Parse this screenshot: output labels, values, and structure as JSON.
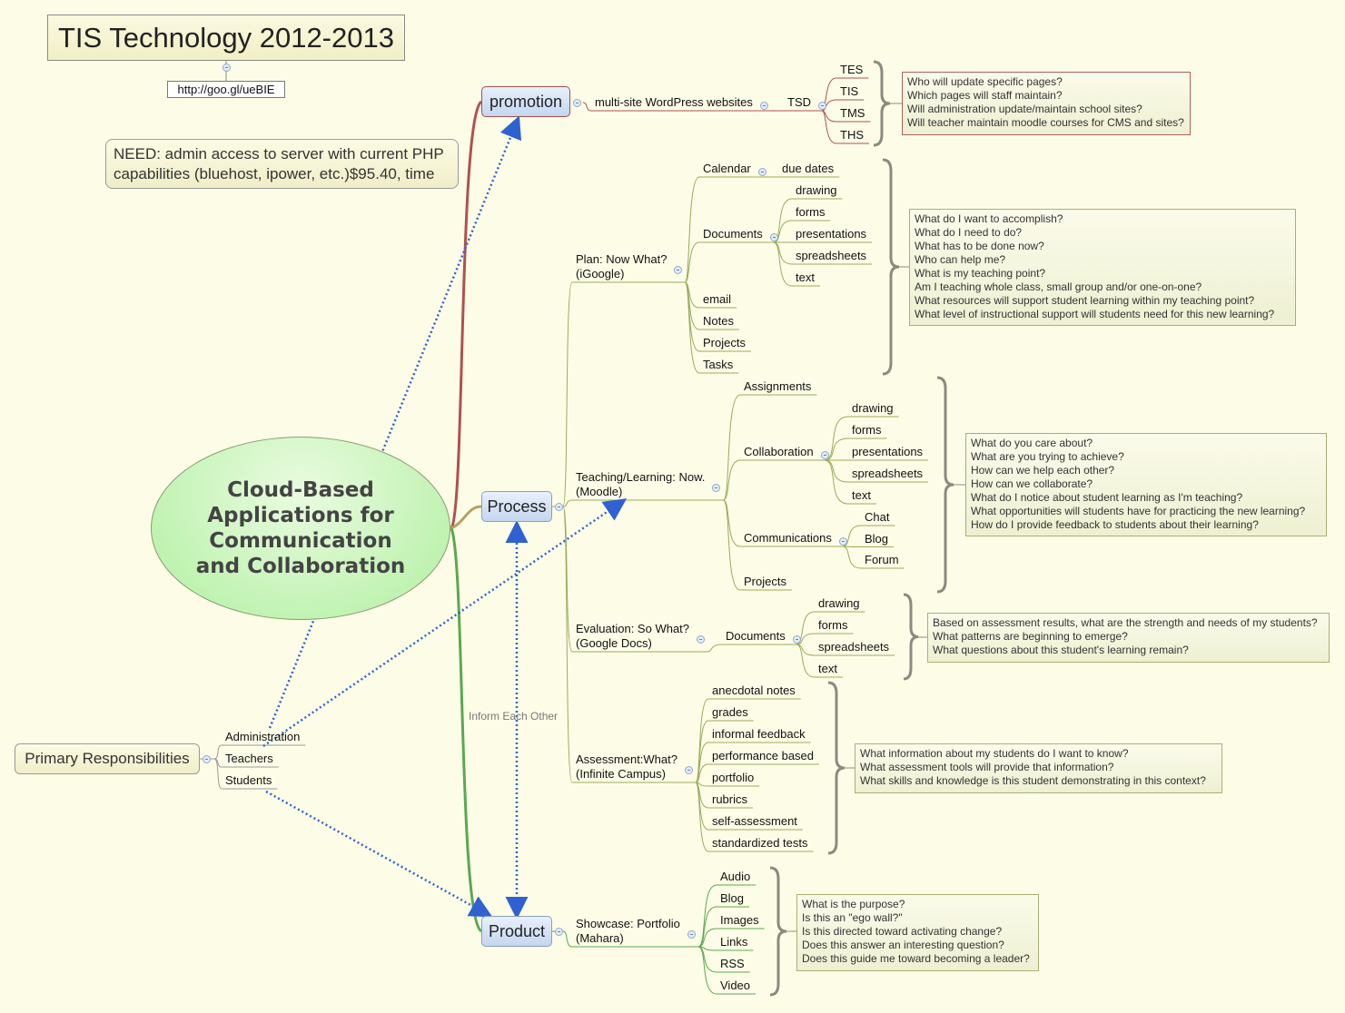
{
  "title": "TIS Technology 2012-2013",
  "link": "http://goo.gl/ueBIE",
  "need_note": "NEED: admin access to server with current PHP capabilities (bluehost, ipower, etc.)$95.40, time",
  "central": "Cloud-Based Applications for Communication and Collaboration",
  "relationship_label": "Inform Each Other",
  "primary_responsibilities": {
    "label": "Primary Responsibilities",
    "items": [
      "Administration",
      "Teachers",
      "Students"
    ]
  },
  "colors": {
    "background": "#fdfde7",
    "promotion_branch": "#b05050",
    "process_branch": "#9aab5a",
    "product_branch": "#5aa850",
    "relationship_arrow": "#2f62d0"
  },
  "promotion": {
    "label": "promotion",
    "child": "multi-site WordPress websites",
    "tsd": "TSD",
    "schools": [
      "TES",
      "TIS",
      "TMS",
      "THS"
    ],
    "questions": [
      "Who will update specific pages?",
      "Which pages will staff maintain?",
      "Will administration update/maintain school sites?",
      "Will teacher maintain moodle courses for CMS and sites?"
    ]
  },
  "process": {
    "label": "Process",
    "plan": {
      "label": [
        "Plan: Now What?",
        "(iGoogle)"
      ],
      "calendar": "Calendar",
      "due_dates": "due dates",
      "documents": "Documents",
      "doc_items": [
        "drawing",
        "forms",
        "presentations",
        "spreadsheets",
        "text"
      ],
      "others": [
        "email",
        "Notes",
        "Projects",
        "Tasks"
      ],
      "questions": [
        "What do I want to accomplish?",
        "What do I need to do?",
        "What has to be done now?",
        "Who can help me?",
        "What is my teaching point?",
        "Am I teaching whole class, small group and/or one-on-one?",
        "What resources will support student learning within my teaching point?",
        "What level of instructional support will students need for this new learning?"
      ]
    },
    "teaching": {
      "label": [
        "Teaching/Learning: Now.",
        "(Moodle)"
      ],
      "assignments": "Assignments",
      "collaboration": "Collaboration",
      "collab_items": [
        "drawing",
        "forms",
        "presentations",
        "spreadsheets",
        "text"
      ],
      "communications": "Communications",
      "comm_items": [
        "Chat",
        "Blog",
        "Forum"
      ],
      "projects": "Projects",
      "questions": [
        "What do you care about?",
        "What are you trying to achieve?",
        "How can we help each other?",
        "How can we collaborate?",
        "What do I notice about student learning as I'm teaching?",
        "What opportunities will students have for practicing the new learning?",
        "How do I provide feedback to students about their learning?"
      ]
    },
    "evaluation": {
      "label": [
        "Evaluation: So What?",
        "(Google Docs)"
      ],
      "documents": "Documents",
      "doc_items": [
        "drawing",
        "forms",
        "spreadsheets",
        "text"
      ],
      "questions": [
        "Based on assessment results, what are the strength and needs of my students?",
        "What patterns are beginning to emerge?",
        "What questions about this student's learning remain?"
      ]
    },
    "assessment": {
      "label": [
        "Assessment:What?",
        "(Infinite Campus)"
      ],
      "items": [
        "anecdotal notes",
        "grades",
        "informal feedback",
        "performance based",
        "portfolio",
        "rubrics",
        "self-assessment",
        "standardized tests"
      ],
      "questions": [
        "What information about my students do I want to know?",
        "What assessment tools will provide that information?",
        "What skills and knowledge is this student demonstrating in this context?"
      ]
    }
  },
  "product": {
    "label": "Product",
    "showcase": [
      "Showcase: Portfolio",
      "(Mahara)"
    ],
    "items": [
      "Audio",
      "Blog",
      "Images",
      "Links",
      "RSS",
      "Video"
    ],
    "questions": [
      "What is the purpose?",
      "Is this an \"ego wall?\"",
      "Is this directed toward activating change?",
      "Does this answer an interesting question?",
      "Does this guide me toward becoming a leader?"
    ]
  }
}
